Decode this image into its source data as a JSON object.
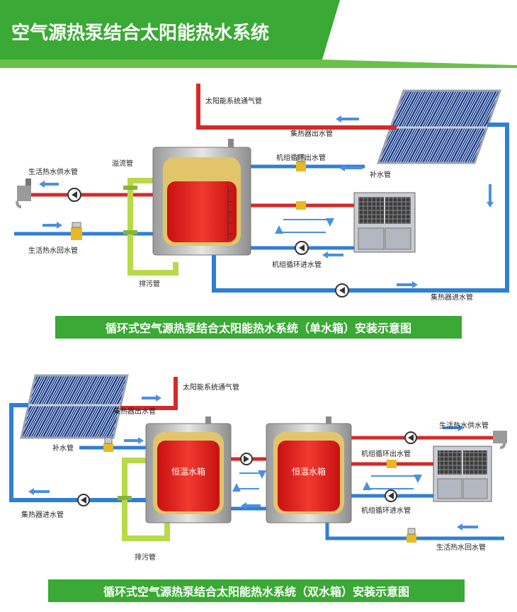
{
  "header": {
    "title": "空气源热泵结合太阳能热水系统"
  },
  "diagram1": {
    "caption": "循环式空气源热泵结合太阳能热水系统（单水箱）安装示意图",
    "labels": {
      "vent": "太阳能系统通气管",
      "collector_out": "集热器出水管",
      "unit_out": "机组循环出水管",
      "makeup": "补水管",
      "overflow": "溢流管",
      "supply": "生活热水供水管",
      "return": "生活热水回水管",
      "unit_in": "机组循环进水管",
      "drain": "排污管",
      "collector_in": "集热器进水管"
    }
  },
  "diagram2": {
    "caption": "循环式空气源热泵结合太阳能热水系统（双水箱）安装示意图",
    "labels": {
      "vent": "太阳能系统通气管",
      "collector_out": "集热器出水管",
      "makeup": "补水管",
      "collector_in": "集热器进水管",
      "drain": "排污管",
      "tank1": "恒温水箱",
      "tank2": "恒温水箱",
      "supply": "生活热水供水管",
      "unit_out": "机组循环出水管",
      "unit_in": "机组循环进水管",
      "return": "生活热水回水管"
    }
  },
  "colors": {
    "hot_pipe": "#d42a2a",
    "cold_pipe": "#2f7fd4",
    "drain_pipe": "#b8d94a",
    "banner": "#3aa935",
    "water": "#e61e1e",
    "arrow": "#4a90e2"
  }
}
